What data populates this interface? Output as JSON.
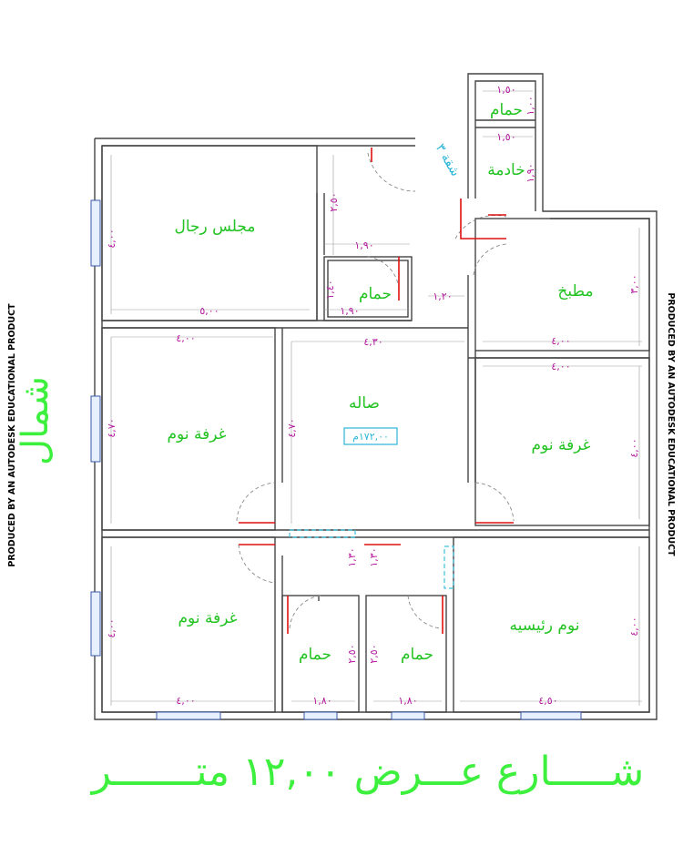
{
  "watermark": "PRODUCED BY AN AUTODESK EDUCATIONAL PRODUCT",
  "street_label": "شـــــارع عـــرض ١٢,٠٠ متـــــــر",
  "north_label": "شمال",
  "apartment_label": "شقة ٣",
  "area_label": "١٧٢,٠٠م",
  "rooms": {
    "majlis": "مجلس رجال",
    "kitchen": "مطبخ",
    "hall": "صاله",
    "bedroom_left_mid": "غرفة نوم",
    "bedroom_right_mid": "غرفة نوم",
    "bedroom_left_bottom": "غرفة نوم",
    "master": "نوم رئيسيه",
    "bath_top": "حمام",
    "bath_small": "حمام",
    "maid": "خادمة",
    "bath_bottom_left": "حمام",
    "bath_bottom_right": "حمام"
  },
  "dims": {
    "majlis_w": "٥,٠٠",
    "majlis_h": "٤,٠٠",
    "corr_h": "٢,٥٠",
    "corr_w": "١,٩٠",
    "bath_w": "١,٩٠",
    "bath_h": "١,٤٠",
    "door_w": "١,٢٠",
    "kitchen_h": "٣,٠٠",
    "kitchen_w": "٤,٠٠",
    "bed1_w": "٤,٠٠",
    "bed1_h": "٤,٧٠",
    "hall_w": "٤,٣٠",
    "hall_h": "٤,٧٠",
    "bed2_w": "٤,٠٠",
    "bed2_h": "٤,٠٠",
    "bed3_h": "٤,٠٠",
    "bed3_w": "٤,٠٠",
    "wc1_w": "١,٨٠",
    "wc1_h": "٢,٥٠",
    "wc2_w": "١,٨٠",
    "wc2_h": "٢,٥٠",
    "master_w": "٤,٥٠",
    "master_h": "٤,٠٠",
    "pass1": "١,٣٠",
    "pass2": "١,٣٠",
    "bath_top_w": "١,٥٠",
    "bath_top_h": "١,٠٠",
    "maid_w": "١,٥٠",
    "maid_h": "١,٩٠"
  }
}
